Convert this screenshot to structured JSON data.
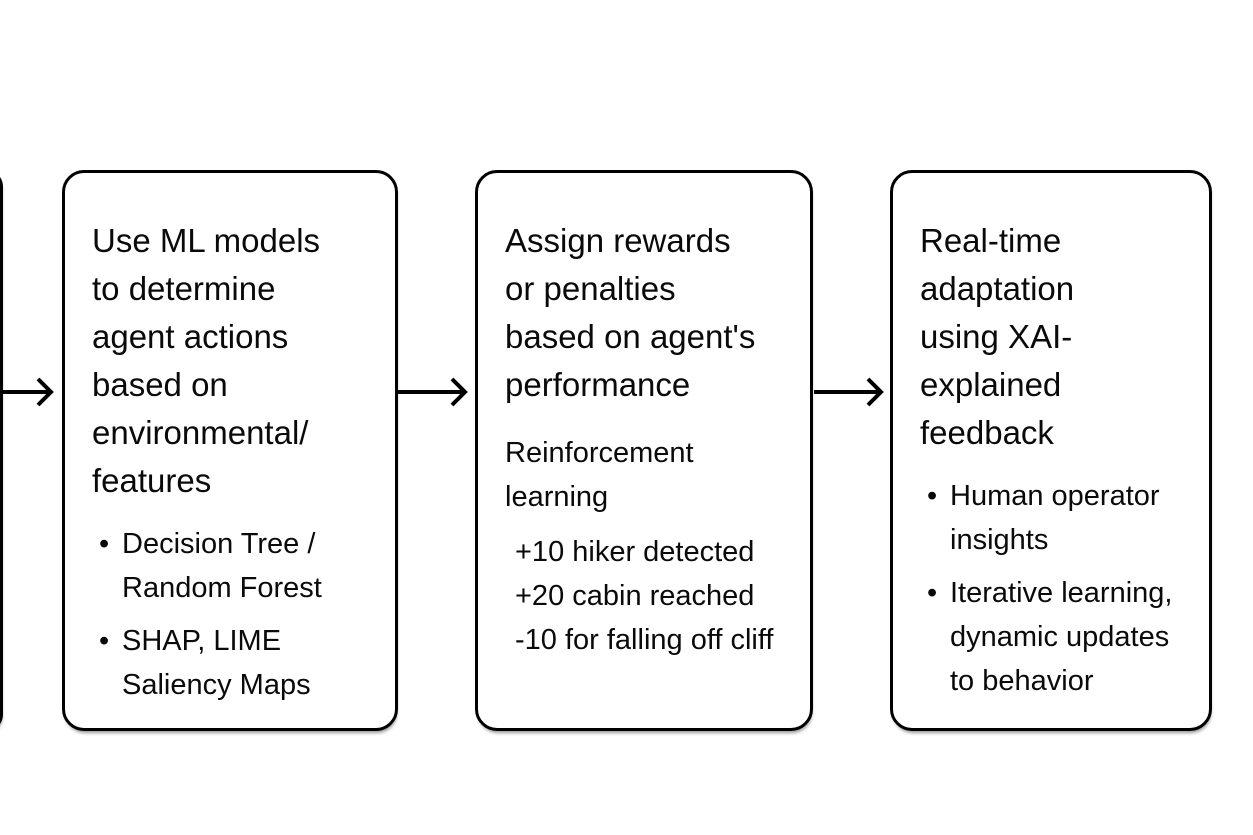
{
  "colors": {
    "background": "#ffffff",
    "box_border": "#000000",
    "text": "#0a0a0a"
  },
  "diagram": {
    "boxes": [
      {
        "id": "ml-decision-box",
        "heading": "Use ML models\nto determine\nagent actions\nbased on\nenvironmental/\nfeatures",
        "bullets": [
          "Decision Tree /\nRandom Forest",
          "SHAP, LIME\nSaliency Maps"
        ]
      },
      {
        "id": "rewards-box",
        "heading": "Assign rewards\nor penalties\nbased on agent's\nperformance",
        "subheading": "Reinforcement\nlearning",
        "reward_lines": "+10 hiker detected\n+20 cabin reached\n-10 for falling off cliff"
      },
      {
        "id": "adaptation-box",
        "heading": "Real-time\nadaptation\nusing XAI-\nexplained\nfeedback",
        "bullets": [
          "Human operator\ninsights",
          "Iterative learning,\ndynamic updates\nto behavior"
        ]
      }
    ]
  }
}
